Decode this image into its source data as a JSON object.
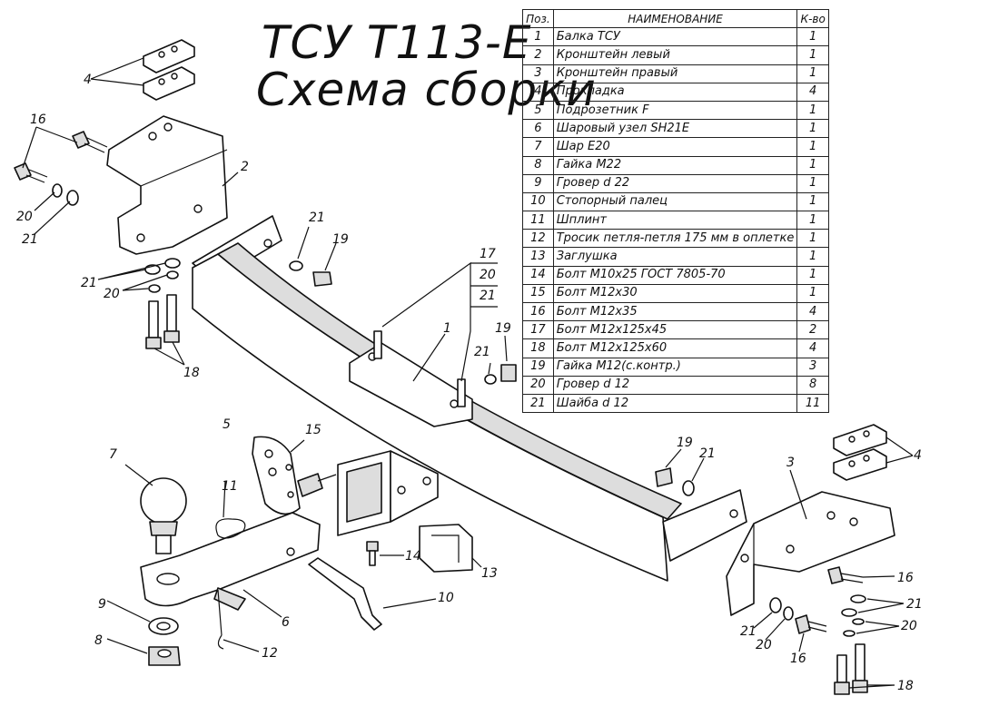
{
  "title": {
    "line1": "ТСУ Т113-Е",
    "line2": "Схема сборки"
  },
  "table": {
    "headers": {
      "pos": "Поз.",
      "name": "НАИМЕНОВАНИЕ",
      "qty": "К-во"
    },
    "rows": [
      {
        "pos": "1",
        "name": "Балка ТСУ",
        "qty": "1"
      },
      {
        "pos": "2",
        "name": "Кронштейн левый",
        "qty": "1"
      },
      {
        "pos": "3",
        "name": "Кронштейн правый",
        "qty": "1"
      },
      {
        "pos": "4",
        "name": "Прокладка",
        "qty": "4"
      },
      {
        "pos": "5",
        "name": "Подрозетник F",
        "qty": "1"
      },
      {
        "pos": "6",
        "name": "Шаровый узел SH21E",
        "qty": "1"
      },
      {
        "pos": "7",
        "name": "Шар E20",
        "qty": "1"
      },
      {
        "pos": "8",
        "name": "Гайка М22",
        "qty": "1"
      },
      {
        "pos": "9",
        "name": "Гровер d 22",
        "qty": "1"
      },
      {
        "pos": "10",
        "name": "Стопорный палец",
        "qty": "1"
      },
      {
        "pos": "11",
        "name": "Шплинт",
        "qty": "1"
      },
      {
        "pos": "12",
        "name": "Тросик петля-петля 175 мм в оплетке",
        "qty": "1"
      },
      {
        "pos": "13",
        "name": "Заглушка",
        "qty": "1"
      },
      {
        "pos": "14",
        "name": "Болт М10х25 ГОСТ 7805-70",
        "qty": "1"
      },
      {
        "pos": "15",
        "name": "Болт М12х30",
        "qty": "1"
      },
      {
        "pos": "16",
        "name": "Болт М12х35",
        "qty": "4"
      },
      {
        "pos": "17",
        "name": "Болт М12х125х45",
        "qty": "2"
      },
      {
        "pos": "18",
        "name": "Болт М12х125х60",
        "qty": "4"
      },
      {
        "pos": "19",
        "name": "Гайка М12(с.контр.)",
        "qty": "3"
      },
      {
        "pos": "20",
        "name": "Гровер d 12",
        "qty": "8"
      },
      {
        "pos": "21",
        "name": "Шайба d 12",
        "qty": "11"
      }
    ]
  },
  "callouts": {
    "c4_left": "4",
    "c16_left": "16",
    "c2": "2",
    "c20_l1": "20",
    "c21_l1": "21",
    "c21_l2": "21",
    "c20_l2": "20",
    "c18_left": "18",
    "c21_mid": "21",
    "c19_mid": "19",
    "c17": "17",
    "c20_box": "20",
    "c21_box": "21",
    "c1": "1",
    "c21_b": "21",
    "c19_b": "19",
    "c5": "5",
    "c7": "7",
    "c15": "15",
    "c11": "11",
    "c9": "9",
    "c8": "8",
    "c6": "6",
    "c12": "12",
    "c14": "14",
    "c13": "13",
    "c10": "10",
    "c19_r": "19",
    "c21_r": "21",
    "c3": "3",
    "c4_right": "4",
    "c16_r1": "16",
    "c21_r1": "21",
    "c20_r1": "20",
    "c21_r2": "21",
    "c20_r2": "20",
    "c16_r2": "16",
    "c18_right": "18"
  }
}
